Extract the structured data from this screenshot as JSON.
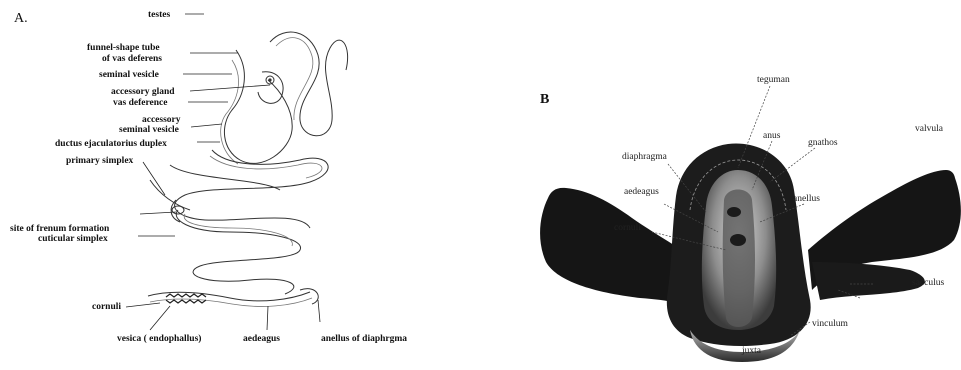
{
  "panel_a": {
    "letter": "A.",
    "labels": {
      "testes": "testes",
      "funnel_line1": "funnel-shape tube",
      "funnel_line2": "of vas deferens",
      "seminal_vesicle": "seminal vesicle",
      "accessory_gland": "accessory gland",
      "vas_deference": "vas deference",
      "accessory_line1": "accessory",
      "accessory_line2": "seminal vesicle",
      "ductus": "ductus ejaculatorius duplex",
      "primary_simplex": "primary simplex",
      "frenum": "site of frenum formation",
      "cuticular_simplex": "cuticular simplex",
      "cornuli": "cornuli",
      "vesica": "vesica ( endophallus)",
      "aedeagus": "aedeagus",
      "anellus": "anellus of diaphrgma"
    }
  },
  "panel_b": {
    "letter": "B",
    "labels": {
      "teguman": "teguman",
      "valvula": "valvula",
      "anus": "anus",
      "gnathos": "gnathos",
      "diaphragma": "diaphragma",
      "aedeagus": "aedeagus",
      "anellus": "anellus",
      "cornuli": "cornuli",
      "sacculus": "sacculus",
      "vinculum": "vinculum",
      "juxta": "juxta"
    }
  }
}
